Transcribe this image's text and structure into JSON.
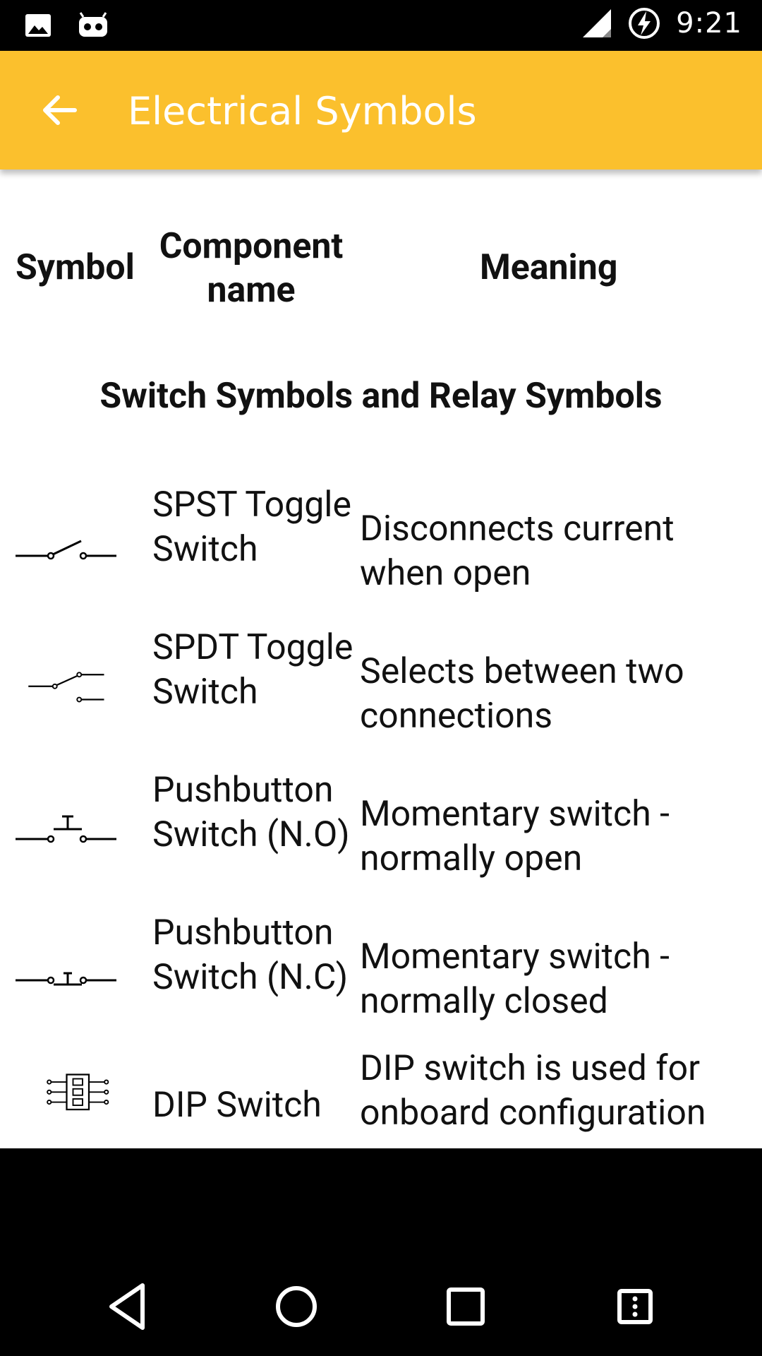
{
  "status_bar": {
    "time": "9:21",
    "icons": [
      "image-icon",
      "android-debug-icon",
      "signal-icon",
      "battery-charging-icon"
    ]
  },
  "app_bar": {
    "title": "Electrical Symbols",
    "back_icon": "arrow-back-icon"
  },
  "table": {
    "headers": {
      "symbol": "Symbol",
      "component": "Component name",
      "meaning": "Meaning"
    },
    "section_title": "Switch Symbols and Relay Symbols",
    "rows": [
      {
        "symbol_icon": "spst-toggle-switch-symbol",
        "name": "SPST Toggle Switch",
        "meaning": "Disconnects current when open"
      },
      {
        "symbol_icon": "spdt-toggle-switch-symbol",
        "name": "SPDT Toggle Switch",
        "meaning": "Selects between two connections"
      },
      {
        "symbol_icon": "pushbutton-no-symbol",
        "name": "Pushbutton Switch (N.O)",
        "meaning": "Momentary switch - normally open"
      },
      {
        "symbol_icon": "pushbutton-nc-symbol",
        "name": "Pushbutton Switch (N.C)",
        "meaning": "Momentary switch - normally closed"
      },
      {
        "symbol_icon": "dip-switch-symbol",
        "name": "DIP Switch",
        "meaning": "DIP switch is used for onboard configuration"
      }
    ]
  },
  "nav_bar": {
    "buttons": [
      "back-nav-icon",
      "home-nav-icon",
      "recents-nav-icon",
      "menu-nav-icon"
    ]
  },
  "colors": {
    "app_bar": "#fbc02d",
    "title_text": "#ffffff",
    "body_text": "#111111"
  }
}
